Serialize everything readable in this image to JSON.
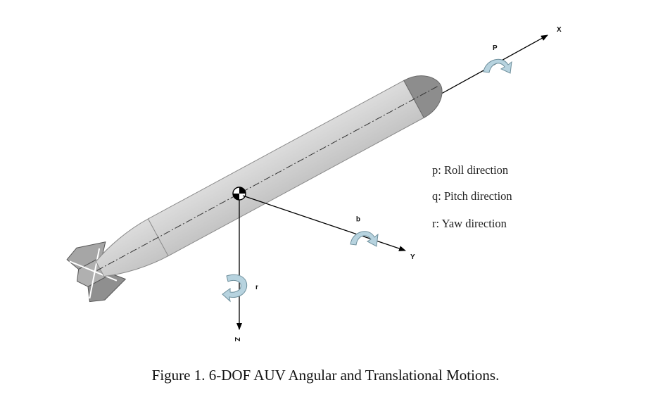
{
  "axes": {
    "x_label": "X",
    "y_label": "Y",
    "z_label": "Z",
    "p_label": "P",
    "q_label": "q",
    "r_label": "r"
  },
  "legend": {
    "roll": "p: Roll direction",
    "pitch": "q: Pitch direction",
    "yaw": "r: Yaw direction"
  },
  "caption": "Figure 1. 6-DOF AUV Angular and Translational Motions.",
  "colors": {
    "hull": "#cfcfcf",
    "hull_stroke": "#8a8a8a",
    "nose": "#8d8d8d",
    "fins": "#9a9a9a",
    "rotation_arrow": "#b7d3df",
    "rotation_arrow_stroke": "#6e8f9c"
  }
}
